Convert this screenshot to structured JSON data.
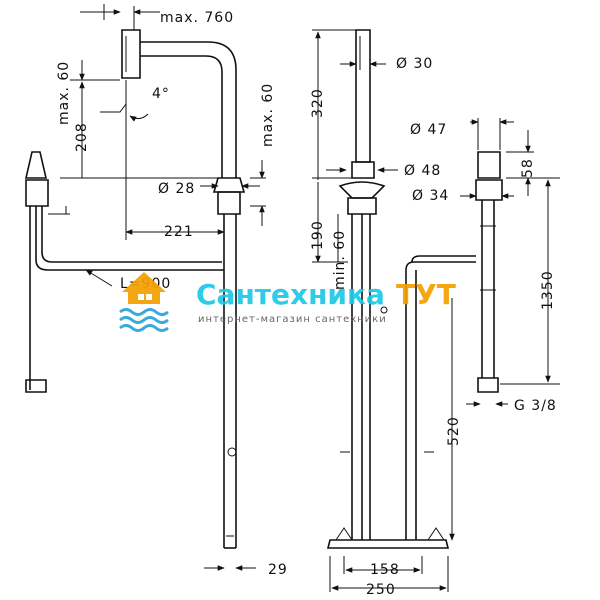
{
  "dimensions": {
    "max_760": "max. 760",
    "max_60_left": "max. 60",
    "d208": "208",
    "angle_4": "4°",
    "max_60_right": "max. 60",
    "dia28": "Ø 28",
    "d221": "221",
    "l900": "L=900",
    "d29": "29",
    "dia30": "Ø 30",
    "d320": "320",
    "dia48": "Ø 48",
    "d190": "190",
    "min60": "min. 60",
    "d158": "158",
    "d250": "250",
    "dia47": "Ø 47",
    "d58": "58",
    "dia34": "Ø 34",
    "d1350": "1350",
    "g38": "G 3/8",
    "d520": "520"
  },
  "watermark": {
    "title_main": "Сантехника",
    "title_accent": "ТУТ",
    "subtitle": "интернет-магазин сантехники",
    "colors": {
      "main": "#1ec8e8",
      "accent": "#f5a000",
      "wave": "#29a3d8",
      "house": "#f5a000"
    }
  }
}
